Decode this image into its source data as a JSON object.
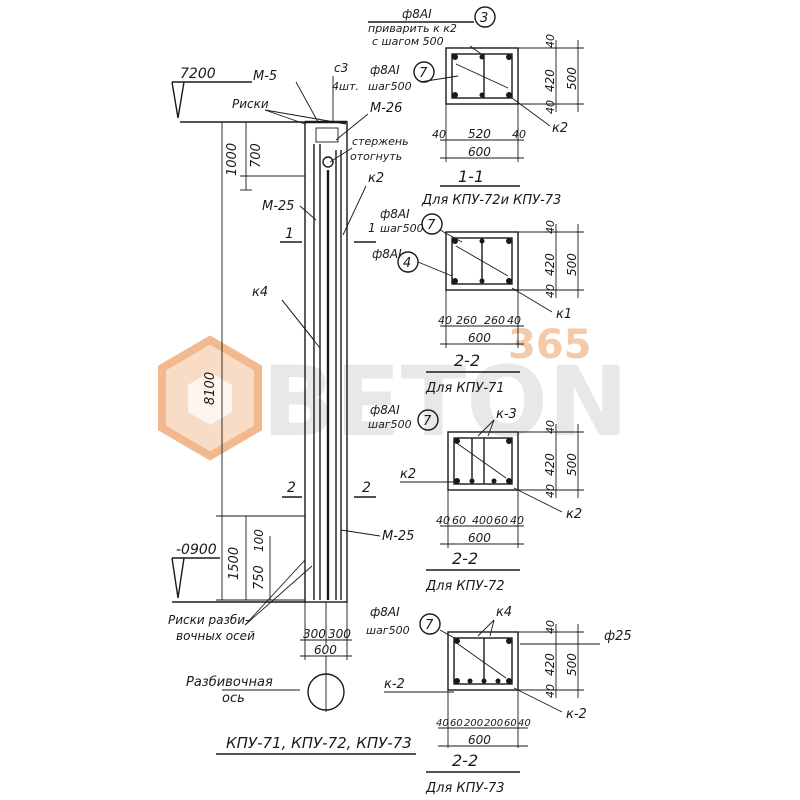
{
  "watermark": {
    "brand": "BETON",
    "number": "365"
  },
  "elevation": {
    "levels": {
      "top": "7200",
      "bottom": "-0900"
    },
    "marks": {
      "m5": "M-5",
      "m26": "M-26",
      "m25_top": "M-25",
      "m25_low": "M-25"
    },
    "risks": "Риски",
    "c3": "c3",
    "c3_count": "4шт.",
    "phi": "ф8АI",
    "step": "шаг500",
    "bent": [
      "стержень",
      "отогнуть"
    ],
    "k2": "к2",
    "k4": "к4",
    "sec1": "1",
    "sec2": "2",
    "dims": {
      "d1000": "1000",
      "d700": "700",
      "d8100": "8100",
      "d1500": "1500",
      "d750": "750",
      "d100": "100",
      "d300a": "300",
      "d300b": "300",
      "d600": "600"
    },
    "axis_risks": [
      "Риски разби-",
      "вочных осей"
    ],
    "axis_label": [
      "Разбивочная",
      "ось"
    ],
    "caption": "КПУ-71, КПУ-72, КПУ-73"
  },
  "sections": [
    {
      "id": "1-1",
      "callout": [
        "ф8АI",
        "приварить к к2",
        "с шагом 500"
      ],
      "callout_num": "3",
      "phi": "ф8АI",
      "step": "шаг500",
      "num": "7",
      "k_right": "к2",
      "dims_v": [
        "40",
        "420",
        "40"
      ],
      "total_v": "500",
      "dims_h": [
        "40",
        "520",
        "40"
      ],
      "total_h": "600",
      "title": "1-1",
      "subtitle": "Для КПУ-72и КПУ-73"
    },
    {
      "id": "2-2a",
      "phi": "ф8АI",
      "step": "шаг500",
      "num": "7",
      "phi2": "ф8АI",
      "num2": "4",
      "k_right": "к1",
      "dims_v": [
        "40",
        "420",
        "40"
      ],
      "total_v": "500",
      "dims_h": [
        "40",
        "260",
        "260",
        "40"
      ],
      "total_h": "600",
      "title": "2-2",
      "subtitle": "Для КПУ-71"
    },
    {
      "id": "2-2b",
      "phi": "ф8АI",
      "step": "шаг500",
      "num": "7",
      "k_top": "к-3",
      "k_left": "к2",
      "k_right": "к2",
      "dims_v": [
        "40",
        "420",
        "40"
      ],
      "total_v": "500",
      "dims_h": [
        "40",
        "60",
        "400",
        "60",
        "40"
      ],
      "total_h": "600",
      "title": "2-2",
      "subtitle": "Для КПУ-72"
    },
    {
      "id": "2-2c",
      "phi": "ф8АI",
      "step": "шаг500",
      "num": "7",
      "k_top": "к4",
      "k_left": "к-2",
      "k_right": "к-2",
      "phi_right": "ф25",
      "dims_v": [
        "40",
        "420",
        "40"
      ],
      "total_v": "500",
      "dims_h": [
        "40",
        "60",
        "200",
        "200",
        "60",
        "40"
      ],
      "total_h": "600",
      "title": "2-2",
      "subtitle": "Для КПУ-73"
    }
  ]
}
